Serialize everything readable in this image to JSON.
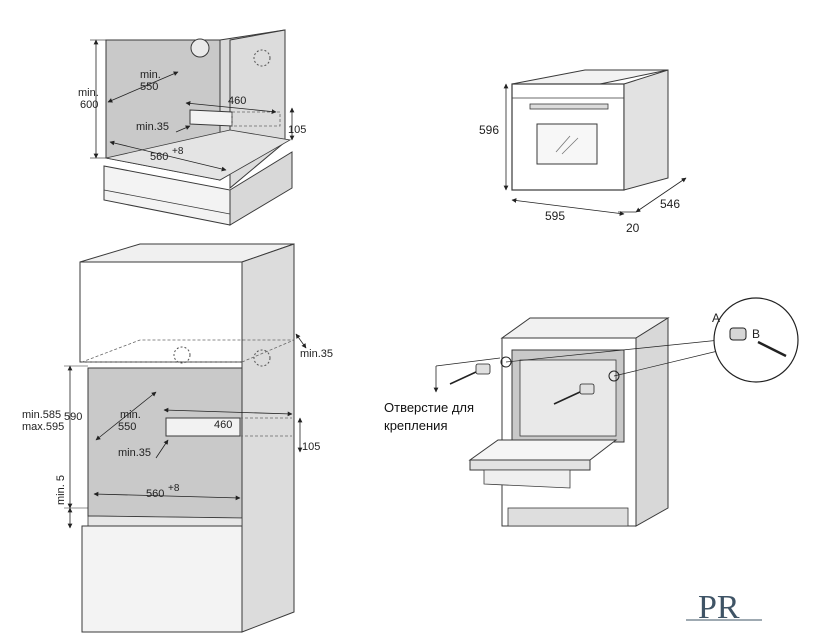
{
  "panel1": {
    "min600": "min.",
    "min600b": "600",
    "min550a": "min.",
    "min550b": "550",
    "d460": "460",
    "min35": "min.35",
    "d105": "105",
    "d560": "560",
    "d560sup": "+8"
  },
  "panel2": {
    "d596": "596",
    "d595": "595",
    "d546": "546",
    "d20": "20"
  },
  "panel3": {
    "min35top": "min.35",
    "min585": "min.585",
    "max595": "max.595",
    "d590": "590",
    "min550a": "min.",
    "min550b": "550",
    "d460": "460",
    "d105": "105",
    "min35": "min.35",
    "d560": "560",
    "d560sup": "+8",
    "min5": "min. 5"
  },
  "panel4": {
    "labelA": "A",
    "labelB": "B",
    "note1": "Отверстие для",
    "note2": "крепления"
  },
  "brand": {
    "logo": "PR"
  },
  "colors": {
    "cabinet_inner": "#c9c9c9",
    "cabinet_side": "#d7d7d7",
    "cabinet_light": "#ececec",
    "line": "#3a3a3a",
    "logo": "#3f5466"
  }
}
